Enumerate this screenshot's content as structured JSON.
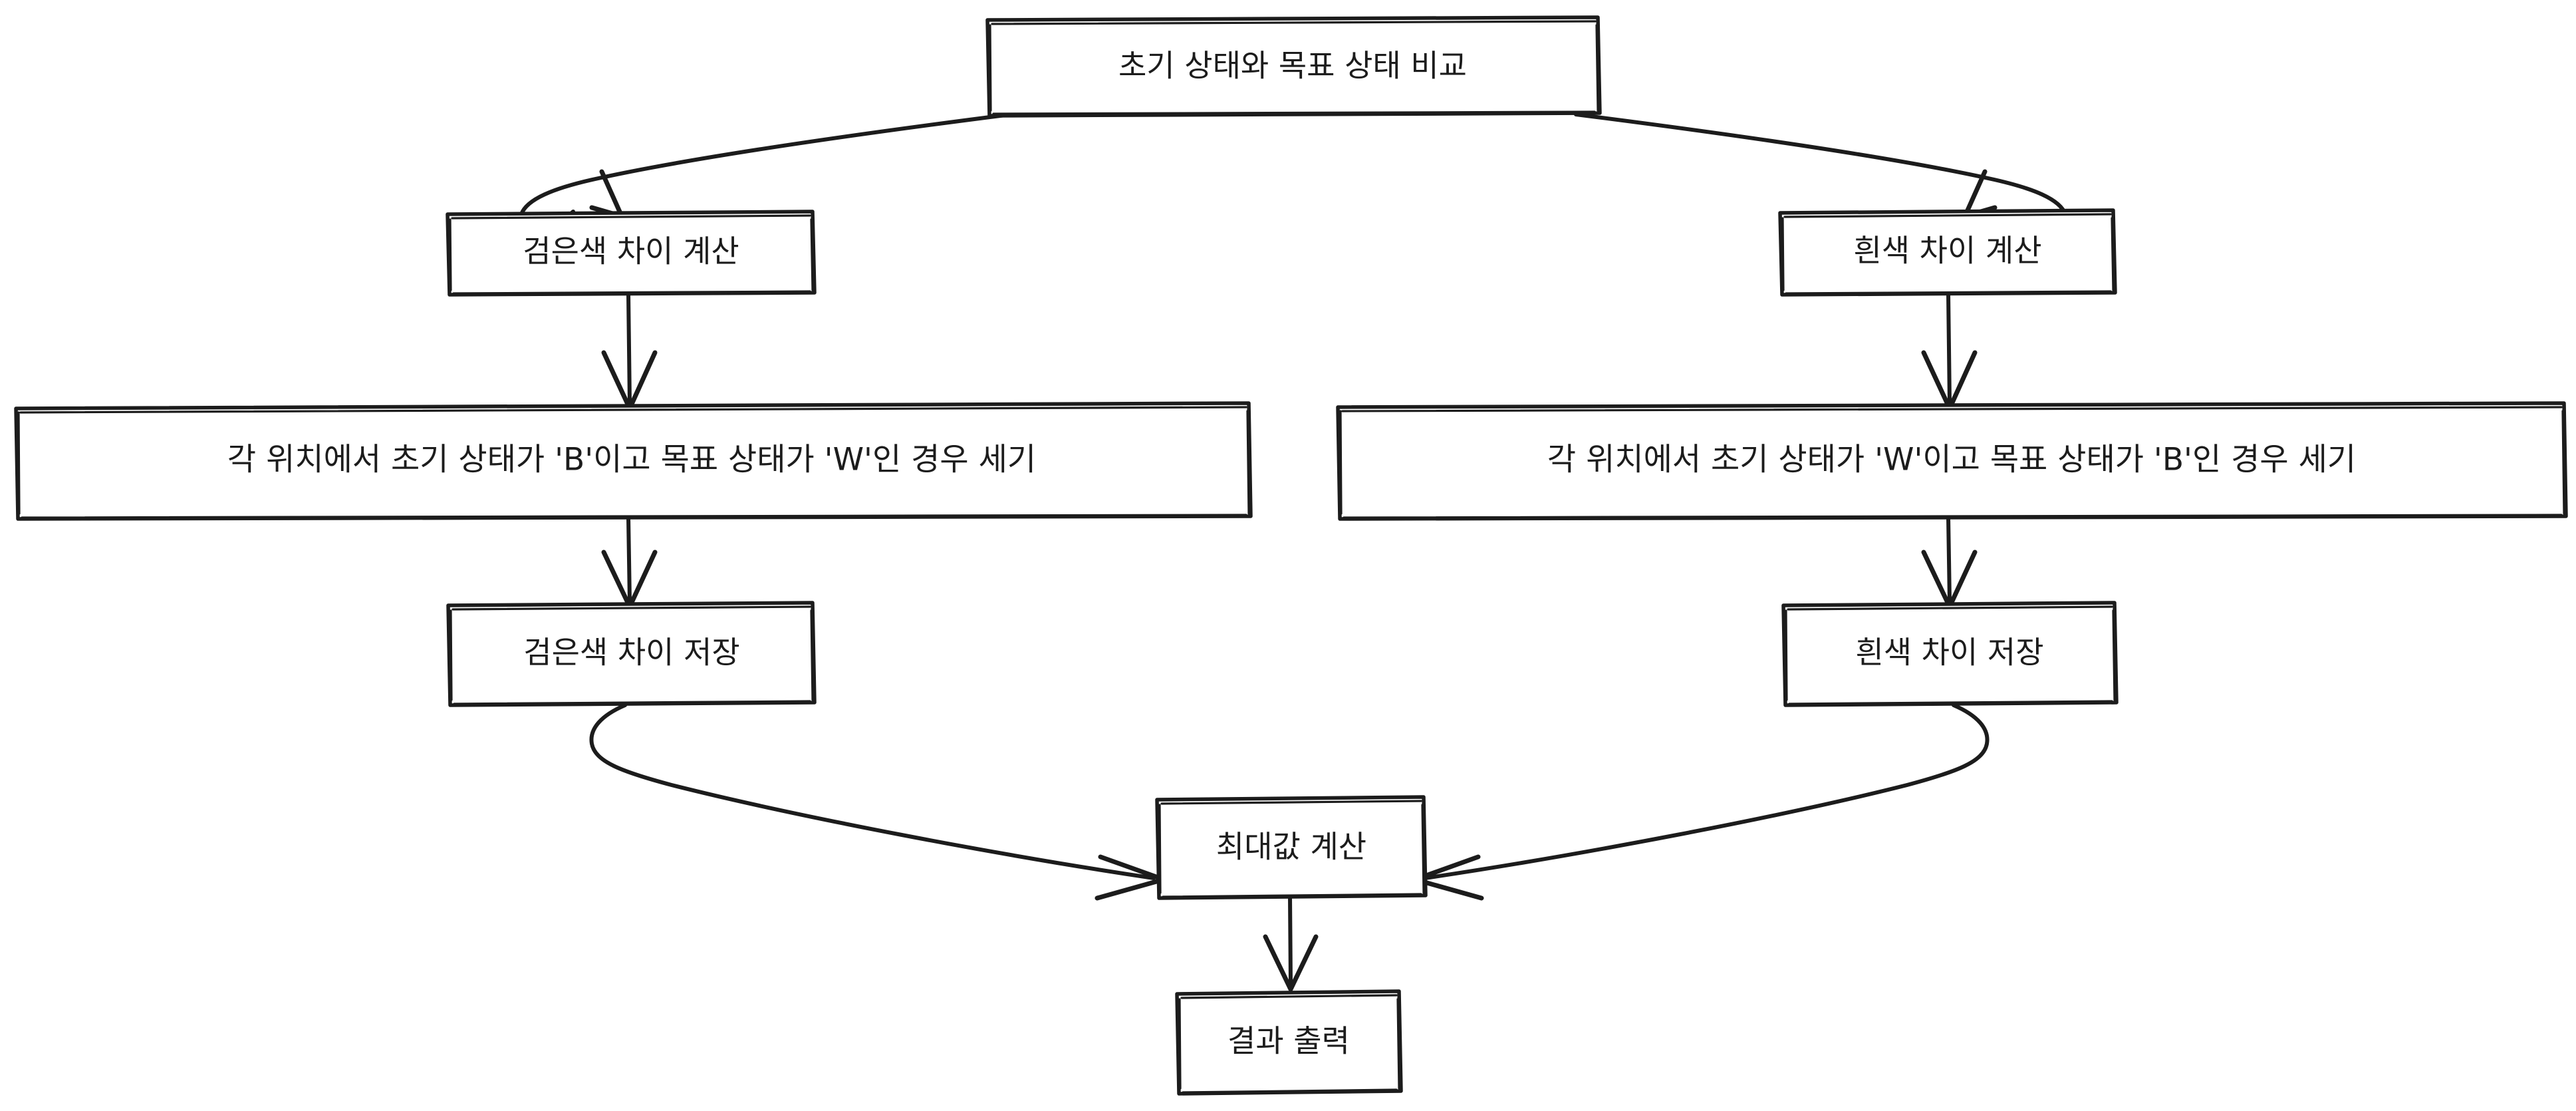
{
  "diagram": {
    "title_text": "초기 상태와 목표 상태 비교",
    "style": "hand-drawn flowchart",
    "stroke_color": "#1c1c1c",
    "background_color": "#ffffff",
    "nodes": {
      "compare": {
        "label": "초기 상태와 목표 상태 비교"
      },
      "black_calc": {
        "label": "검은색 차이 계산"
      },
      "white_calc": {
        "label": "흰색 차이 계산"
      },
      "black_count": {
        "label": "각 위치에서 초기 상태가 'B'이고 목표 상태가 'W'인 경우 세기"
      },
      "white_count": {
        "label": "각 위치에서 초기 상태가 'W'이고 목표 상태가 'B'인 경우 세기"
      },
      "black_store": {
        "label": "검은색 차이 저장"
      },
      "white_store": {
        "label": "흰색 차이 저장"
      },
      "max_calc": {
        "label": "최대값 계산"
      },
      "output": {
        "label": "결과 출력"
      }
    },
    "edges": [
      {
        "name": "compare-to-black-calc",
        "from": "compare",
        "to": "black_calc",
        "shape": "curve"
      },
      {
        "name": "compare-to-white-calc",
        "from": "compare",
        "to": "white_calc",
        "shape": "curve"
      },
      {
        "name": "black-calc-to-black-count",
        "from": "black_calc",
        "to": "black_count",
        "shape": "straight"
      },
      {
        "name": "white-calc-to-white-count",
        "from": "white_calc",
        "to": "white_count",
        "shape": "straight"
      },
      {
        "name": "black-count-to-black-store",
        "from": "black_count",
        "to": "black_store",
        "shape": "straight"
      },
      {
        "name": "white-count-to-white-store",
        "from": "white_count",
        "to": "white_store",
        "shape": "straight"
      },
      {
        "name": "black-store-to-max",
        "from": "black_store",
        "to": "max_calc",
        "shape": "curve"
      },
      {
        "name": "white-store-to-max",
        "from": "white_store",
        "to": "max_calc",
        "shape": "curve"
      },
      {
        "name": "max-to-output",
        "from": "max_calc",
        "to": "output",
        "shape": "straight"
      }
    ]
  }
}
